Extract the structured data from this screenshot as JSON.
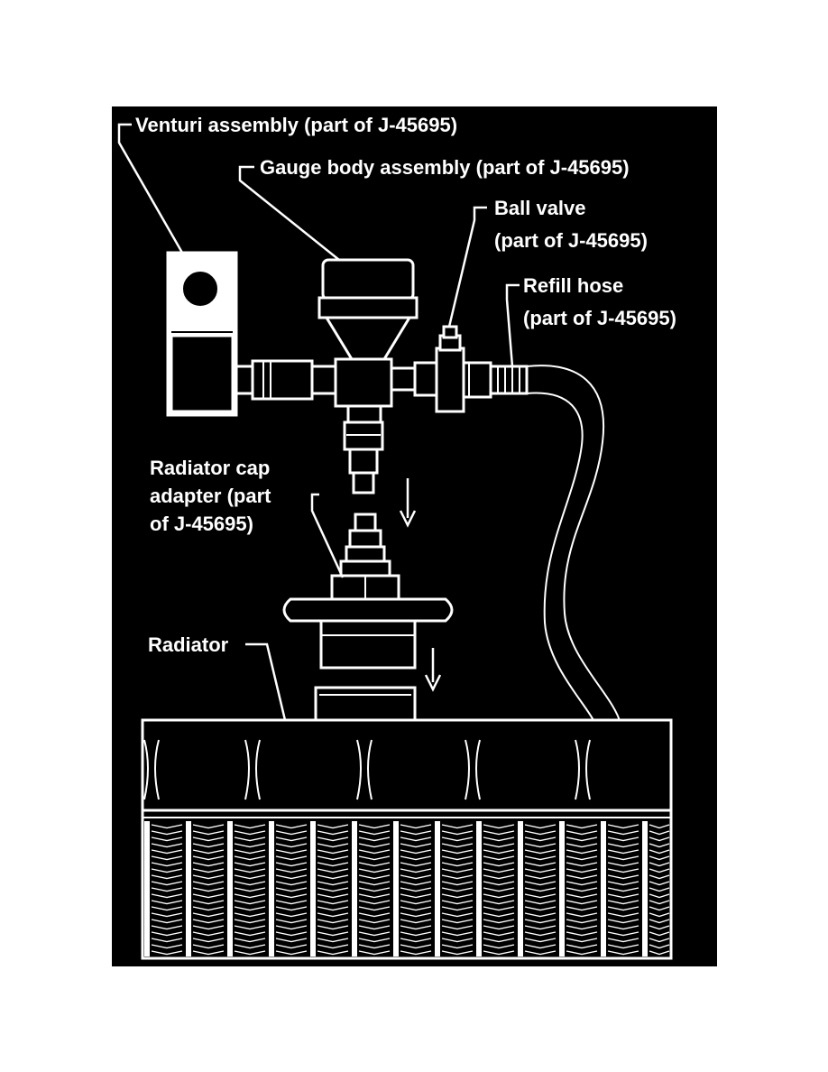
{
  "colors": {
    "background": "#000000",
    "ink": "#ffffff",
    "page": "#ffffff"
  },
  "labels": {
    "venturi": "Venturi assembly (part of J-45695)",
    "gauge_body": "Gauge body assembly (part of J-45695)",
    "ball_valve_line1": "Ball valve",
    "ball_valve_line2": "(part of J-45695)",
    "refill_hose_line1": "Refill hose",
    "refill_hose_line2": "(part of J-45695)",
    "radiator_cap_line1": "Radiator cap",
    "radiator_cap_line2": "adapter (part",
    "radiator_cap_line3": "of J-45695)",
    "radiator": "Radiator"
  }
}
